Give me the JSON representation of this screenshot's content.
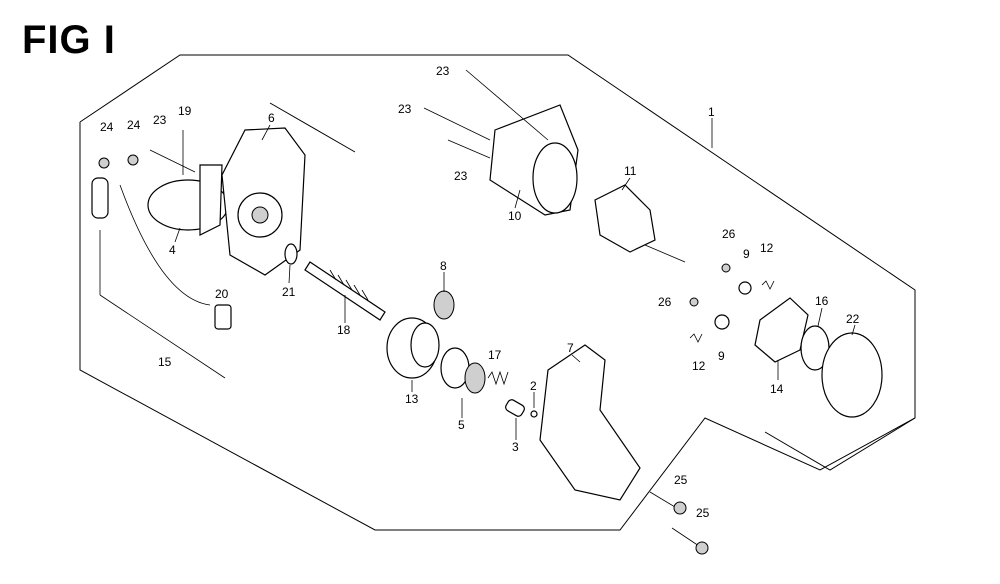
{
  "title": "FIG I",
  "callouts": {
    "c1": "1",
    "c2": "2",
    "c3": "3",
    "c4": "4",
    "c5": "5",
    "c6": "6",
    "c7": "7",
    "c8": "8",
    "c9a": "9",
    "c9b": "9",
    "c10": "10",
    "c11": "11",
    "c12a": "12",
    "c12b": "12",
    "c13": "13",
    "c14": "14",
    "c15": "15",
    "c16": "16",
    "c17": "17",
    "c18": "18",
    "c19": "19",
    "c20": "20",
    "c21": "21",
    "c22": "22",
    "c23a": "23",
    "c23b": "23",
    "c23c": "23",
    "c23d": "23",
    "c24a": "24",
    "c24b": "24",
    "c25a": "25",
    "c25b": "25",
    "c26a": "26",
    "c26b": "26"
  }
}
